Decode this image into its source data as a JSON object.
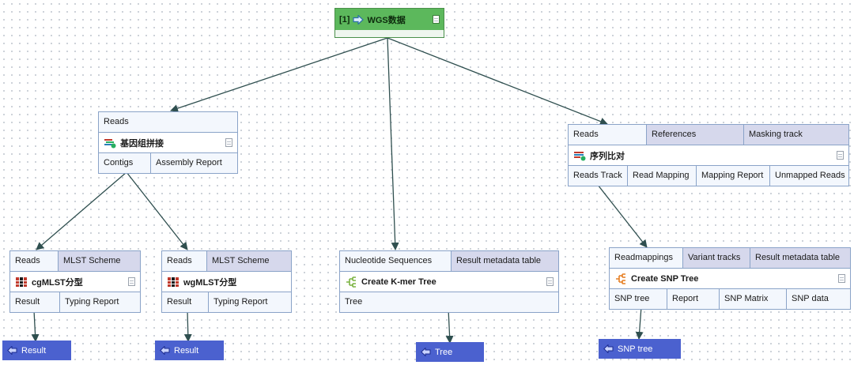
{
  "input_node": {
    "prefix": "[1]",
    "label": "WGS数据"
  },
  "assembly": {
    "inputs": [
      "Reads"
    ],
    "title": "基因组拼接",
    "outputs": [
      "Contigs",
      "Assembly Report"
    ]
  },
  "mapping": {
    "inputs": [
      "Reads",
      "References",
      "Masking track"
    ],
    "title": "序列比对",
    "outputs": [
      "Reads Track",
      "Read Mapping",
      "Mapping Report",
      "Unmapped Reads"
    ]
  },
  "cgmlst": {
    "inputs": [
      "Reads",
      "MLST Scheme"
    ],
    "title": "cgMLST分型",
    "outputs": [
      "Result",
      "Typing Report"
    ]
  },
  "wgmlst": {
    "inputs": [
      "Reads",
      "MLST Scheme"
    ],
    "title": "wgMLST分型",
    "outputs": [
      "Result",
      "Typing Report"
    ]
  },
  "kmer": {
    "inputs": [
      "Nucleotide Sequences",
      "Result metadata table"
    ],
    "title": "Create K-mer Tree",
    "outputs": [
      "Tree"
    ]
  },
  "snp": {
    "inputs": [
      "Readmappings",
      "Variant tracks",
      "Result metadata table"
    ],
    "title": "Create SNP Tree",
    "outputs": [
      "SNP tree",
      "Report",
      "SNP Matrix",
      "SNP data"
    ]
  },
  "results": {
    "cgmlst": "Result",
    "wgmlst": "Result",
    "kmer": "Tree",
    "snp": "SNP tree"
  },
  "icons": {
    "input_arrow": "arrow-right-icon",
    "doc": "document-icon",
    "assembly": "assembly-tool-icon",
    "mapping": "mapping-tool-icon",
    "mlst": "mlst-tool-icon",
    "tree": "tree-tool-icon",
    "output": "output-arrow-icon"
  },
  "colors": {
    "node_border": "#8aa3c8",
    "node_bg": "#f3f7fd",
    "port_alt": "#d6d8ec",
    "input_green": "#5cb85c",
    "result_blue": "#4b61cf",
    "edge": "#2f4f4f"
  }
}
